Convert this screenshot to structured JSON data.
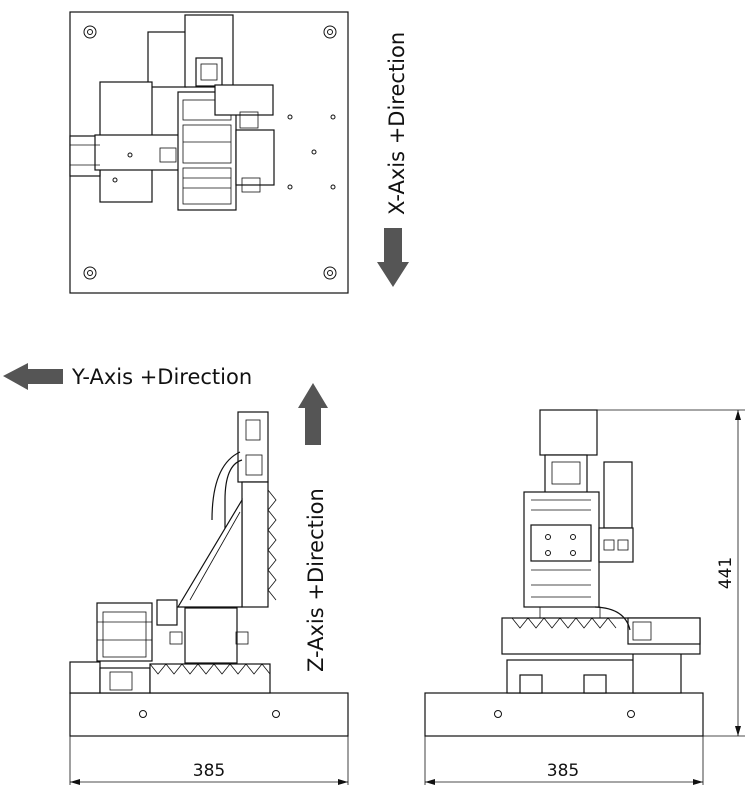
{
  "labels": {
    "x_axis": "X-Axis +Direction",
    "y_axis": "Y-Axis +Direction",
    "z_axis": "Z-Axis +Direction"
  },
  "dimensions": {
    "front_width": "385",
    "side_width": "385",
    "side_height": "441"
  },
  "colors": {
    "line": "#111111",
    "arrow": "#555555",
    "background": "#ffffff"
  }
}
